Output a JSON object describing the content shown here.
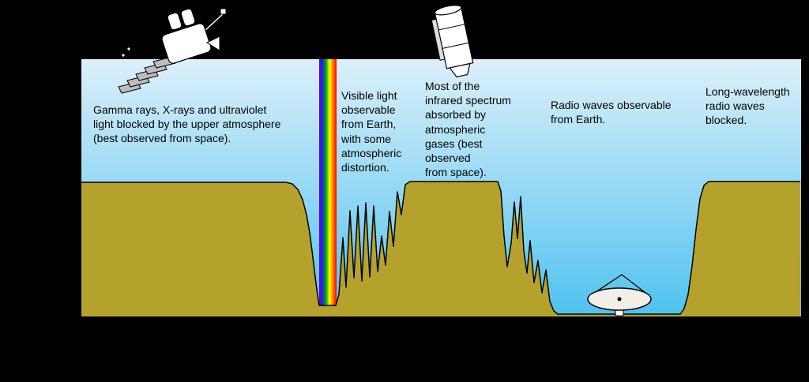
{
  "title": "Atmospheric electromagnetic opacity diagram",
  "colors": {
    "background": "#000000",
    "sky_top": "#dcf0fa",
    "sky_bottom": "#4fc2ee",
    "ground": "#b5a22d",
    "outline": "#000000",
    "rainbow_stops": [
      "#6a00b0",
      "#2020ff",
      "#00b000",
      "#ffff00",
      "#ff8000",
      "#ff0000"
    ]
  },
  "annotations": {
    "gamma": "Gamma rays, X-rays and ultraviolet\nlight blocked by the upper atmosphere\n(best observed from space).",
    "visible": "Visible light\nobservable\nfrom Earth,\nwith some\natmospheric\ndistortion.",
    "infrared": "Most of the\ninfrared spectrum\nabsorbed by\natmospheric\ngases (best\nobserved\nfrom space).",
    "radio": "Radio waves observable\nfrom Earth.",
    "longwave": "Long-wavelength\nradio waves\nblocked."
  },
  "figures": {
    "xray_satellite": "x-ray-space-observatory",
    "infrared_telescope": "infrared-space-telescope",
    "radio_dish": "ground-radio-telescope",
    "rainbow": "visible-light-spectrum-band"
  }
}
